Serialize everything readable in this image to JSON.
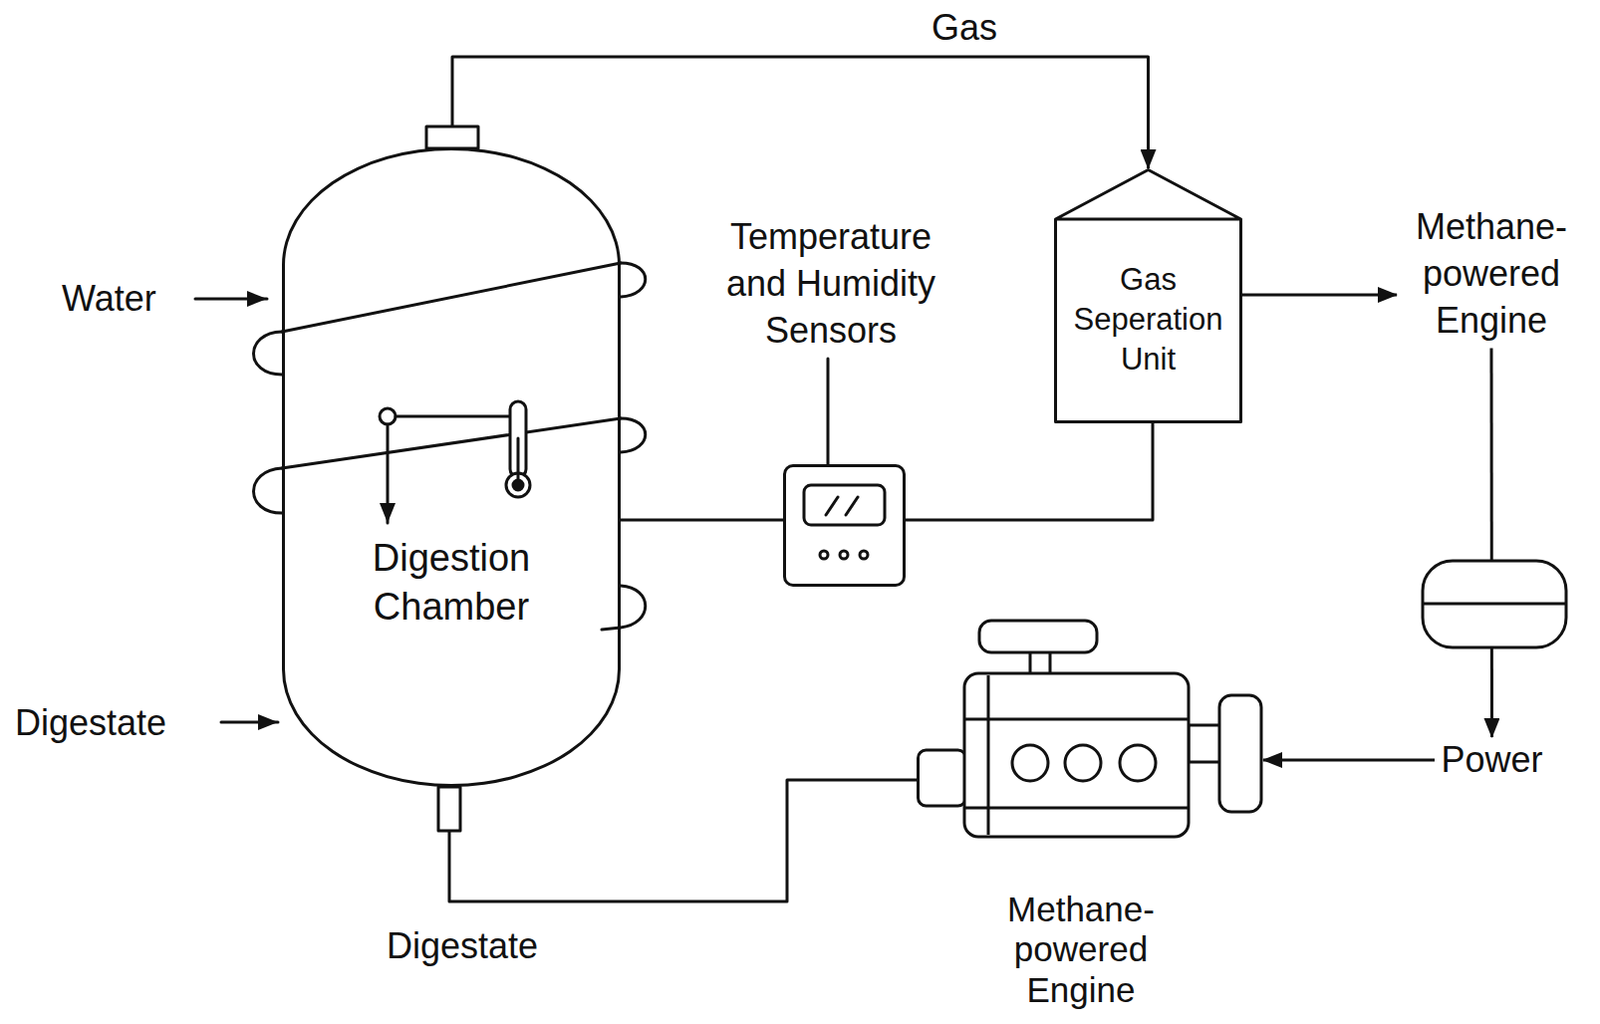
{
  "diagram": {
    "nodes": [
      {
        "text": [
          "Digestion Chamber"
        ]
      },
      {
        "text": [
          "Temperature and Humidity Sensors"
        ]
      },
      {
        "text": [
          "Gas Seperation Unit"
        ]
      },
      {
        "text": [
          "Methane-powered Engine"
        ]
      },
      {
        "text": [
          "Power"
        ]
      },
      {
        "text": [
          "Methane-powered Engine"
        ]
      }
    ],
    "edges": [
      {
        "from": 0,
        "to": 2,
        "label": "Gas",
        "arrow": "to"
      },
      {
        "from": 0,
        "to": 1,
        "arrow": "none"
      },
      {
        "from": 1,
        "to": 2,
        "arrow": "none"
      },
      {
        "from": 2,
        "to": 3,
        "arrow": "to"
      },
      {
        "from": 3,
        "to": 4,
        "arrow": "to"
      },
      {
        "from": 4,
        "to": 5,
        "arrow": "to"
      },
      {
        "from": 5,
        "to": 0,
        "arrow": "none"
      }
    ],
    "labels": [
      "Water",
      "Digestate",
      "Digestate"
    ]
  }
}
